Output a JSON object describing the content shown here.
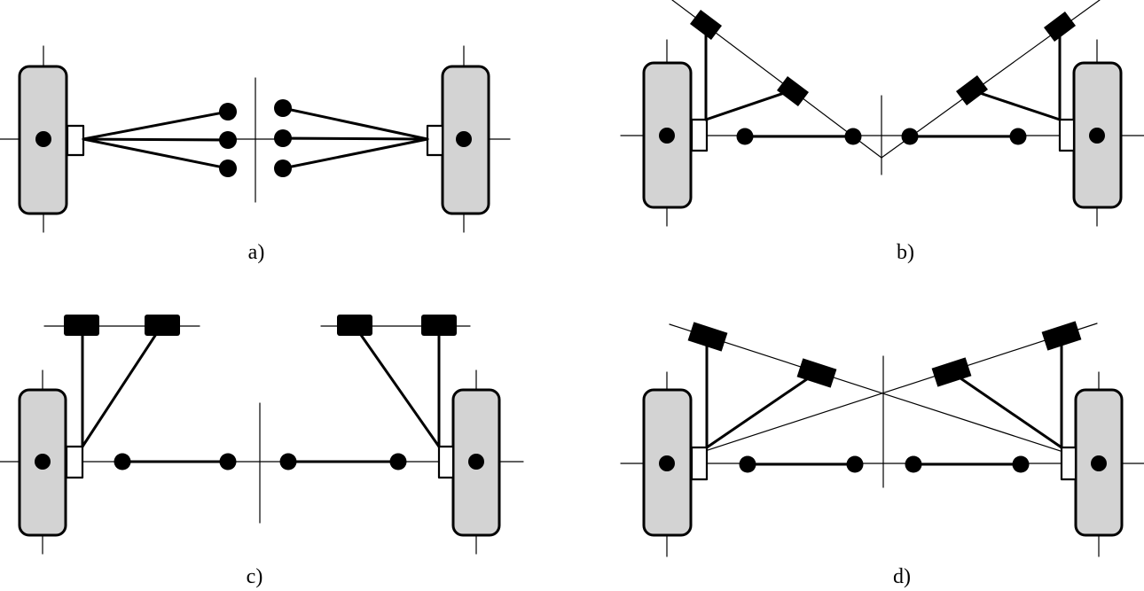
{
  "captions": {
    "a": "a)",
    "b": "b)",
    "c": "c)",
    "d": "d)"
  },
  "colors": {
    "wheel_fill": "#d3d3d3",
    "stroke": "#000000",
    "background": "#ffffff"
  }
}
